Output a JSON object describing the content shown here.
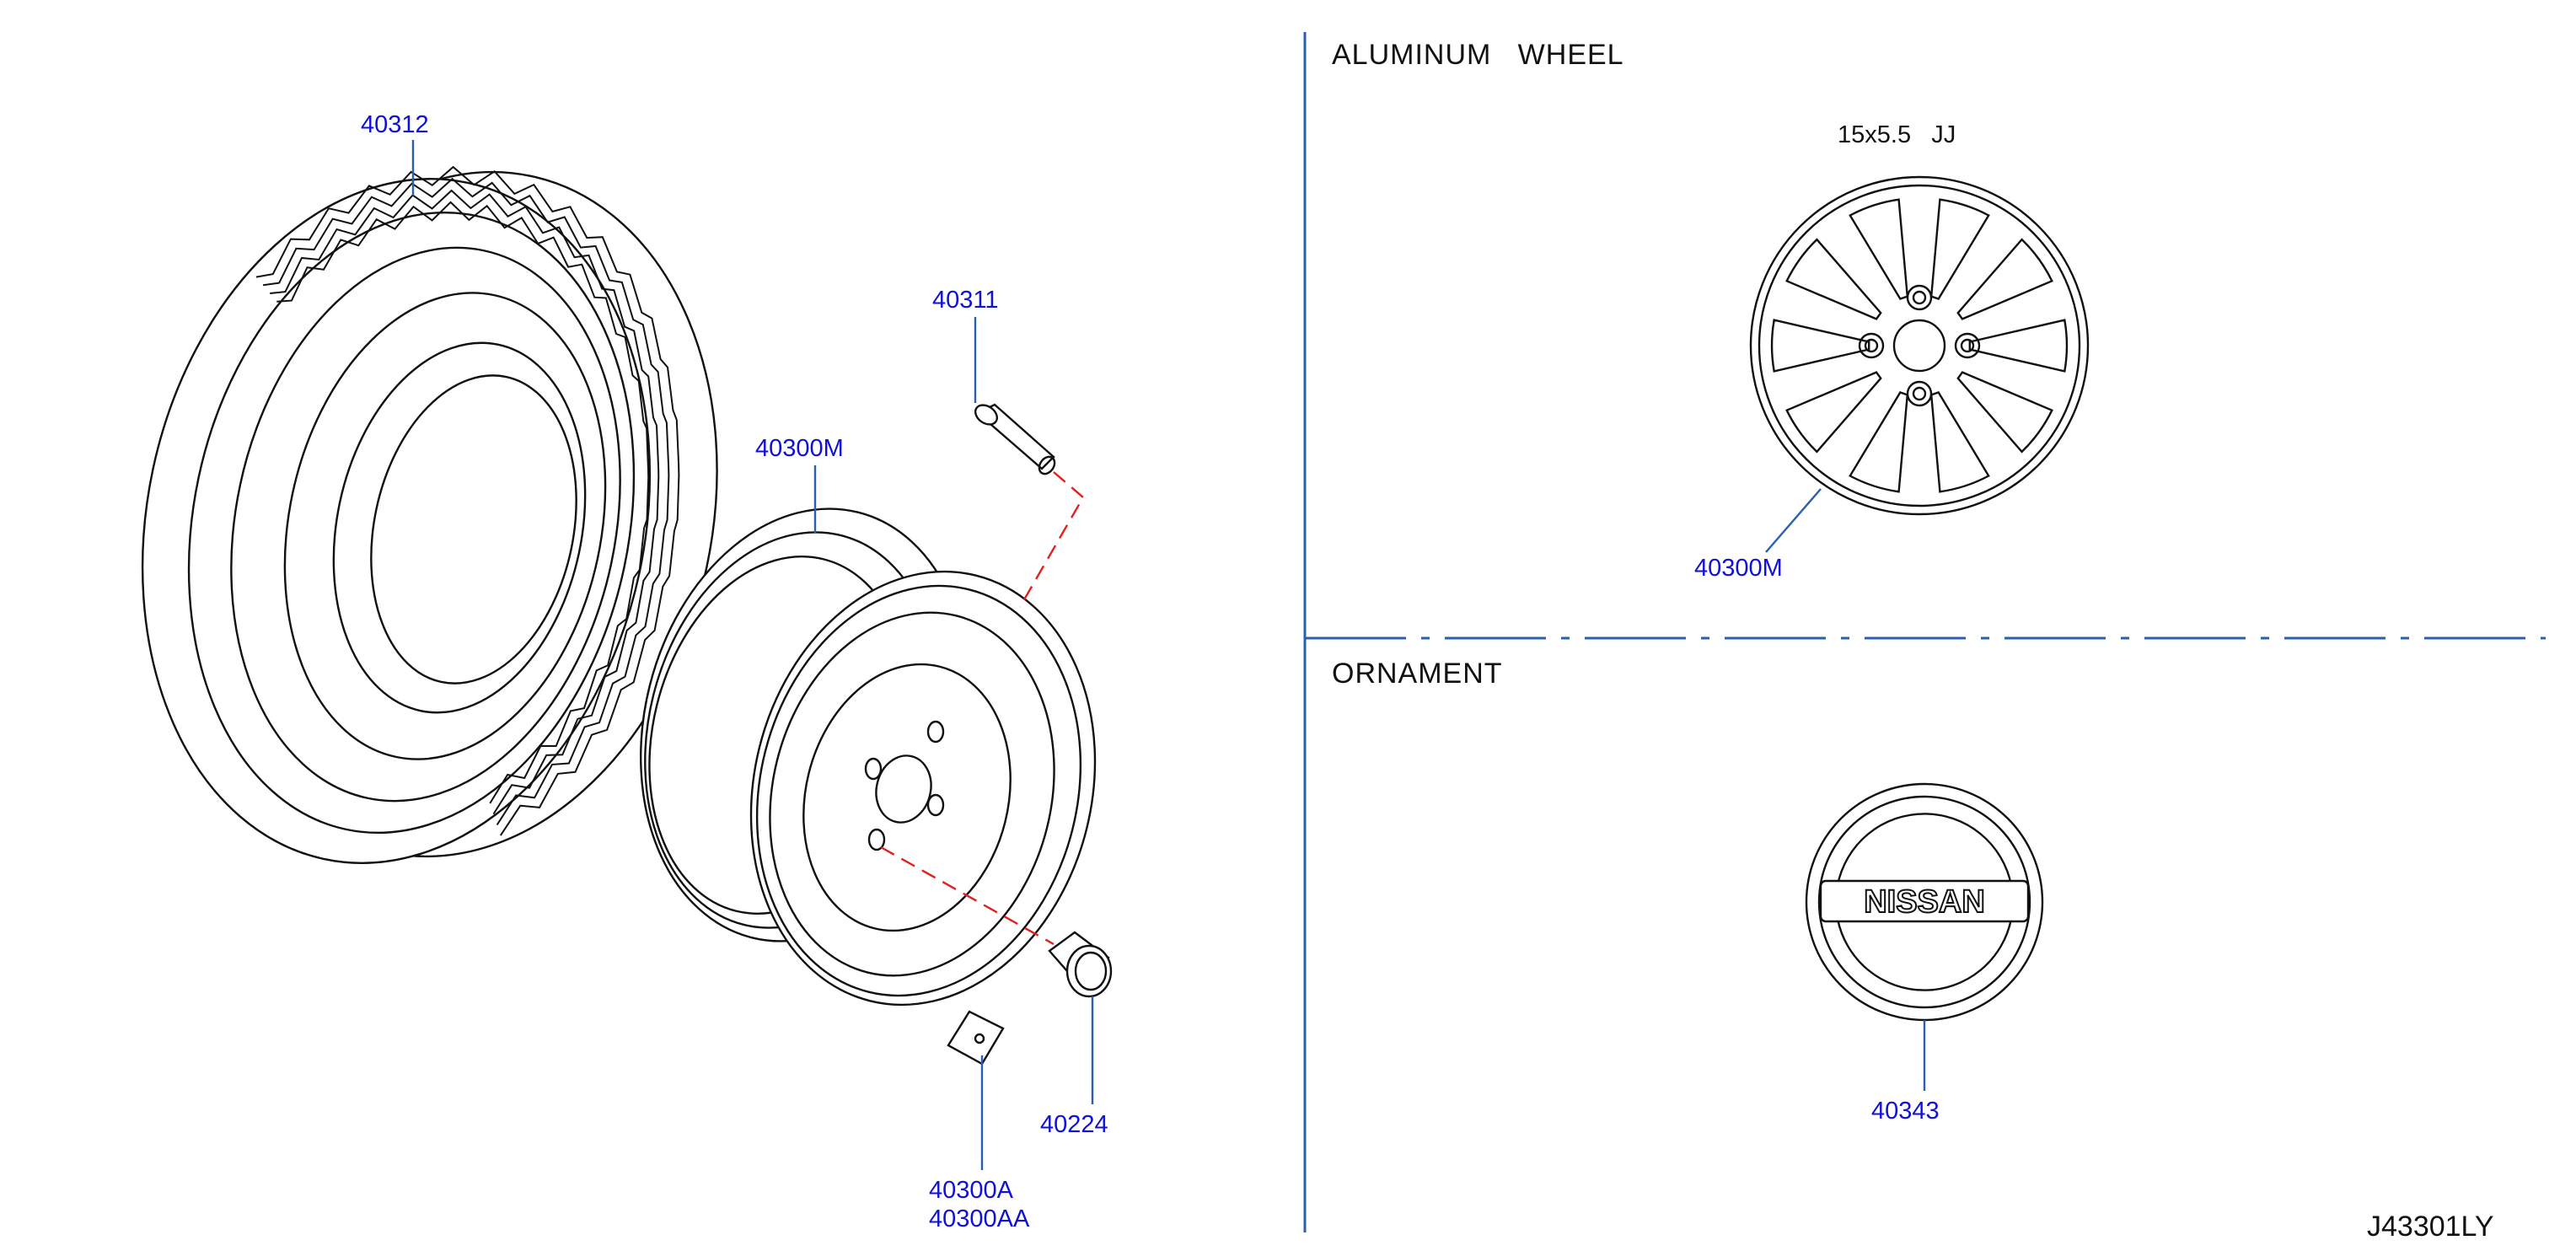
{
  "sections": {
    "aluminum_wheel_title": "ALUMINUM   WHEEL",
    "ornament_title": "ORNAMENT",
    "wheel_size": "15x5.5   JJ"
  },
  "callouts": {
    "tire": "40312",
    "valve": "40311",
    "steel_wheel": "40300M",
    "aluminum_wheel": "40300M",
    "nut": "40224",
    "balance_weight_a": "40300A",
    "balance_weight_aa": "40300AA",
    "ornament": "40343"
  },
  "ornament_logo_text": "NISSAN",
  "diagram_code": "J43301LY",
  "colors": {
    "callout": "#1010d8",
    "frame": "#2b5fb0",
    "leader_red": "#e02020",
    "line_art": "#111111"
  }
}
